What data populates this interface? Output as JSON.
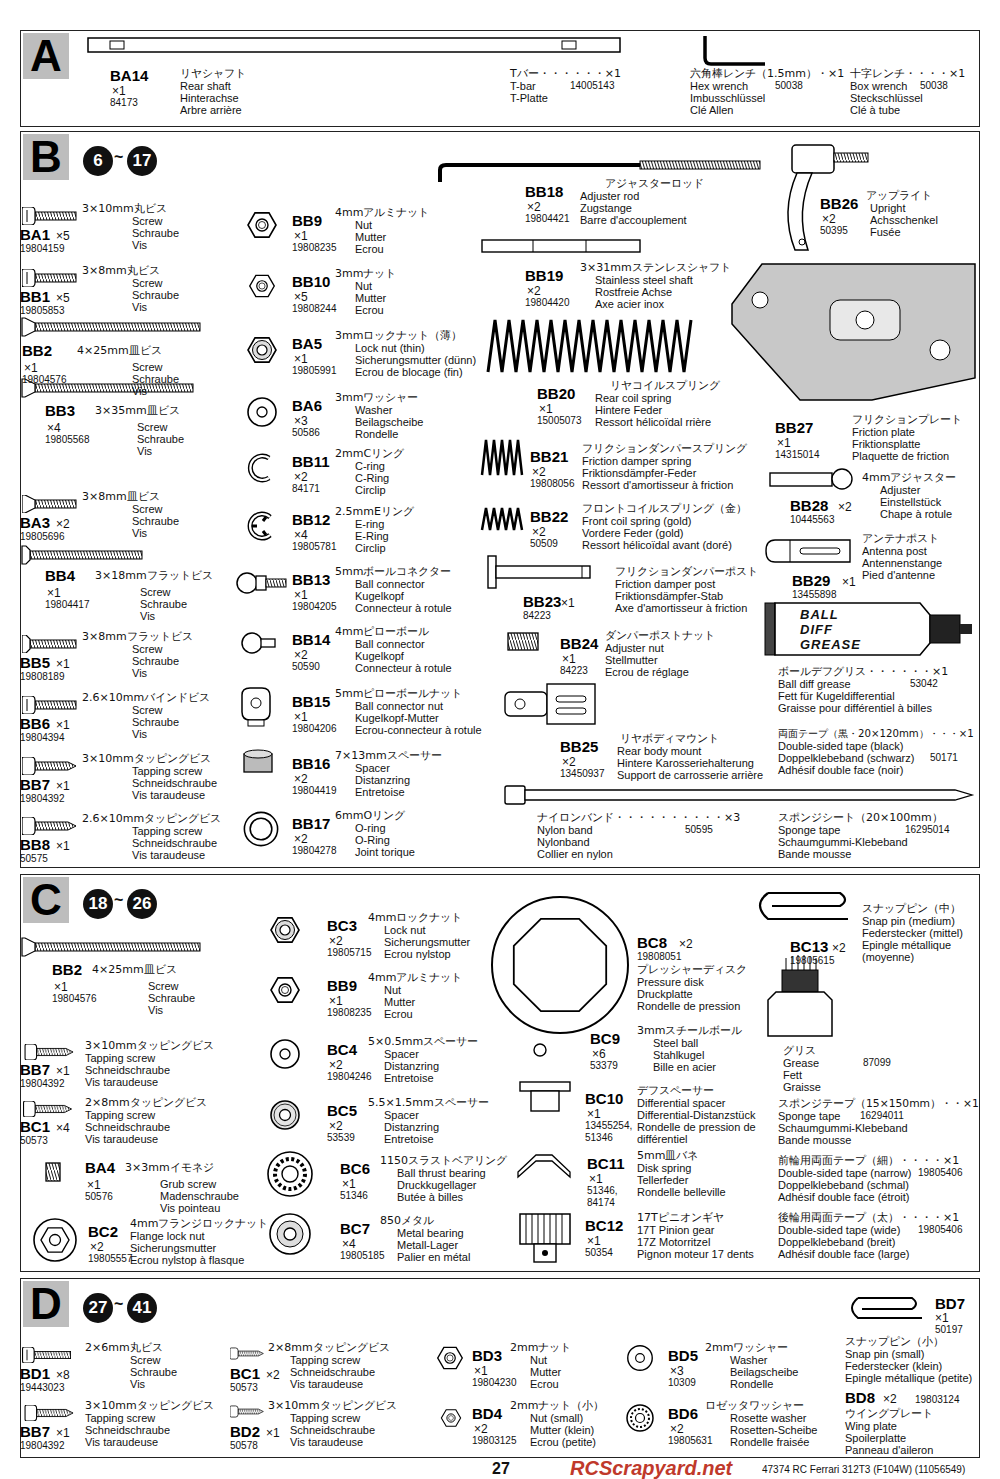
{
  "diagram": {
    "nodes": [
      {
        "text": [
          "A"
        ]
      },
      {
        "text": [
          "B"
        ]
      },
      {
        "text": [
          "6"
        ],
        "in": 1
      },
      {
        "text": [
          "17"
        ],
        "in": 1
      },
      {
        "text": [
          "C"
        ]
      },
      {
        "text": [
          "18"
        ],
        "in": 4
      },
      {
        "text": [
          "26"
        ],
        "in": 4
      },
      {
        "text": [
          "D"
        ]
      },
      {
        "text": [
          "27"
        ],
        "in": 7
      },
      {
        "text": [
          "41"
        ],
        "in": 7
      }
    ],
    "labels": [
      "BA14",
      "×1",
      "84173",
      "リヤシャフト",
      "Rear shaft",
      "Hinterachse",
      "Arbre arrière",
      "Tバー・・・・・・×1",
      "T-bar",
      "14005143",
      "T-Platte",
      "六角棒レンチ（1.5mm）・×1",
      "Hex wrench",
      "50038",
      "Imbusschlüssel",
      "Clé Allen",
      "十字レンチ・・・・×1",
      "Box wrench",
      "50038",
      "Steckschlüssel",
      "Clé à tube",
      "~",
      "BA1",
      "×5",
      "19804159",
      "3×10mm丸ビス",
      "Screw",
      "Schraube",
      "Vis",
      "BB1",
      "×5",
      "19805853",
      "3×8mm丸ビス",
      "Screw",
      "Schraube",
      "Vis",
      "BB2",
      "×1",
      "19804576",
      "4×25mm皿ビス",
      "Screw",
      "Schraube",
      "Vis",
      "BB3",
      "×4",
      "19805568",
      "3×35mm皿ビス",
      "Screw",
      "Schraube",
      "Vis",
      "BA3",
      "×2",
      "19805696",
      "3×8mm皿ビス",
      "Screw",
      "Schraube",
      "Vis",
      "BB4",
      "×1",
      "19804417",
      "3×18mmフラットビス",
      "Screw",
      "Schraube",
      "Vis",
      "BB5",
      "×1",
      "19808189",
      "3×8mmフラットビス",
      "Screw",
      "Schraube",
      "Vis",
      "BB6",
      "×1",
      "19804394",
      "2.6×10mmバインドビス",
      "Screw",
      "Schraube",
      "Vis",
      "BB7",
      "×1",
      "19804392",
      "3×10mmタッピングビス",
      "Tapping screw",
      "Schneidschraube",
      "Vis taraudeuse",
      "BB8",
      "×1",
      "50575",
      "2.6×10mmタッピングビス",
      "Tapping screw",
      "Schneidschraube",
      "Vis taraudeuse",
      "BB9",
      "×1",
      "19808235",
      "4mmアルミナット",
      "Nut",
      "Mutter",
      "Ecrou",
      "BB10",
      "×5",
      "19808244",
      "3mmナット",
      "Nut",
      "Mutter",
      "Ecrou",
      "BA5",
      "×1",
      "19805991",
      "3mmロックナット（薄）",
      "Lock nut (thin)",
      "Sicherungsmutter (dünn)",
      "Ecrou de blocage (fin)",
      "BA6",
      "×3",
      "50586",
      "3mmワッシャー",
      "Washer",
      "Beilagscheibe",
      "Rondelle",
      "BB11",
      "×2",
      "84171",
      "2mmCリング",
      "C-ring",
      "C-Ring",
      "Circlip",
      "BB12",
      "×4",
      "19805781",
      "2.5mmEリング",
      "E-ring",
      "E-Ring",
      "Circlip",
      "BB13",
      "×1",
      "19804205",
      "5mmボールコネクター",
      "Ball connector",
      "Kugelkopf",
      "Connecteur à rotule",
      "BB14",
      "×2",
      "50590",
      "4mmピローボール",
      "Ball connector",
      "Kugelkopf",
      "Connecteur à rotule",
      "BB15",
      "×1",
      "19804206",
      "5mmピローボールナット",
      "Ball connector nut",
      "Kugelkopf-Mutter",
      "Ecrou-connecteur à rotule",
      "BB16",
      "×2",
      "19804419",
      "7×13mmスペーサー",
      "Spacer",
      "Distanzring",
      "Entretoise",
      "BB17",
      "×2",
      "19804278",
      "6mmOリング",
      "O-ring",
      "O-Ring",
      "Joint torique",
      "BB18",
      "×2",
      "19804421",
      "アジャスターロッド",
      "Adjuster rod",
      "Zugstange",
      "Barre d'accouplement",
      "BB19",
      "×2",
      "19804420",
      "3×31mmステンレスシャフト",
      "Stainless steel shaft",
      "Rostfreie Achse",
      "Axe acier inox",
      "BB20",
      "×1",
      "15005073",
      "リヤコイルスプリング",
      "Rear coil spring",
      "Hintere Feder",
      "Ressort hélicoïdal rrière",
      "BB21",
      "×2",
      "19808056",
      "フリクションダンパースプリング",
      "Friction damper spring",
      "Friktionsdämpfer-Feder",
      "Ressort d'amortisseur à friction",
      "BB22",
      "×2",
      "50509",
      "フロントコイルスプリング（金）",
      "Front coil spring (gold)",
      "Vordere Feder (gold)",
      "Ressort hélicoïdal avant (doré)",
      "BB23",
      "×1",
      "84223",
      "フリクションダンパーポスト",
      "Friction damper post",
      "Friktionsdämpfer-Stab",
      "Axe d'amortisseur à friction",
      "BB24",
      "×1",
      "84223",
      "ダンパーポストナット",
      "Adjuster nut",
      "Stellmutter",
      "Ecrou de réglage",
      "BB25",
      "×2",
      "13450937",
      "リヤボディマウント",
      "Rear body mount",
      "Hintere Karosseriehalterung",
      "Support de carrosserie arrière",
      "ナイロンバンド・・・・・・・・・・×3",
      "Nylon band",
      "50595",
      "Nylonband",
      "Collier en nylon",
      "BB26",
      "×2",
      "50395",
      "アップライト",
      "Upright",
      "Achsschenkel",
      "Fusée",
      "BB27",
      "×1",
      "14315014",
      "フリクションプレート",
      "Friction plate",
      "Friktionsplatte",
      "Plaquette de friction",
      "BB28",
      "×2",
      "10445563",
      "4mmアジャスター",
      "Adjuster",
      "Einstellstück",
      "Chape à rotule",
      "BB29",
      "×1",
      "13455898",
      "アンテナポスト",
      "Antenna post",
      "Antennenstange",
      "Pied d'antenne",
      "BALL",
      "DIFF",
      "GREASE",
      "ボールデフグリス・・・・・・×1",
      "Ball diff grease",
      "53042",
      "Fett für Kugeldifferential",
      "Graisse pour différentiel à billes",
      "両面テープ（黒・20×120mm）・・・×1",
      "Double-sided tape (black)",
      "50171",
      "Doppelklebeband (schwarz)",
      "Adhésif double face (noir)",
      "スポンジシート（20×100mm）",
      "Sponge tape",
      "16295014",
      "Schaumgummi-Klebeband",
      "Bande mousse",
      "~",
      "BB2",
      "×1",
      "19804576",
      "4×25mm皿ビス",
      "Screw",
      "Schraube",
      "Vis",
      "BB7",
      "×1",
      "19804392",
      "3×10mmタッピングビス",
      "Tapping screw",
      "Schneidschraube",
      "Vis taraudeuse",
      "BC1",
      "×4",
      "50573",
      "2×8mmタッピングビス",
      "Tapping screw",
      "Schneidschraube",
      "Vis taraudeuse",
      "BA4",
      "×1",
      "50576",
      "3×3mmイモネジ",
      "Grub screw",
      "Madenschraube",
      "Vis pointeau",
      "BC2",
      "×2",
      "19805557",
      "4mmフランジロックナット",
      "Flange lock nut",
      "Sicherungsmutter",
      "Ecrou nylstop à flasque",
      "BC3",
      "×2",
      "19805715",
      "4mmロックナット",
      "Lock nut",
      "Sicherungsmutter",
      "Ecrou nylstop",
      "BB9",
      "×1",
      "19808235",
      "4mmアルミナット",
      "Nut",
      "Mutter",
      "Ecrou",
      "BC4",
      "×2",
      "19804246",
      "5×0.5mmスペーサー",
      "Spacer",
      "Distanzring",
      "Entretoise",
      "BC5",
      "×2",
      "53539",
      "5.5×1.5mmスペーサー",
      "Spacer",
      "Distanzring",
      "Entretoise",
      "BC6",
      "×1",
      "51346",
      "1150スラストベアリング",
      "Ball thrust bearing",
      "Druckkugellager",
      "Butée à billes",
      "BC7",
      "×4",
      "19805185",
      "850メタル",
      "Metal bearing",
      "Metall-Lager",
      "Palier en métal",
      "BC8",
      "×2",
      "19808051",
      "プレッシャーディスク",
      "Pressure disk",
      "Druckplatte",
      "Rondelle de pression",
      "BC9",
      "×6",
      "53379",
      "3mmスチールボール",
      "Steel ball",
      "Stahlkugel",
      "Bille en acier",
      "BC10",
      "×1",
      "13455254, 51346",
      "デフスペーサー",
      "Differential spacer",
      "Differential-Distanzstück",
      "Rondelle de pression de différentiel",
      "BC11",
      "×1",
      "51346, 84174",
      "5mm皿バネ",
      "Disk spring",
      "Tellerfeder",
      "Rondelle belleville",
      "BC12",
      "×1",
      "50354",
      "17Tピニオンギヤ",
      "17T Pinion gear",
      "17Z Motorritzel",
      "Pignon moteur 17 dents",
      "BC13",
      "×2",
      "19805615",
      "スナップピン（中）",
      "Snap pin (medium)",
      "Federstecker (mittel)",
      "Epingle métallique (moyenne)",
      "グリス",
      "Grease",
      "87099",
      "Fett",
      "Graisse",
      "スポンジテープ（15×150mm）・・×1",
      "Sponge tape",
      "16294011",
      "Schaumgummi-Klebeband",
      "Bande mousse",
      "前輪用両面テープ（細）・・・・×1",
      "Double-sided tape (narrow)",
      "19805406",
      "Doppelklebeband (schmal)",
      "Adhésif double face (étroit)",
      "後輪用両面テープ（太）・・・・×1",
      "Double-sided tape (wide)",
      "19805406",
      "Doppelklebeband (breit)",
      "Adhésif double face (large)",
      "~",
      "BD1",
      "×8",
      "19443023",
      "2×6mm丸ビス",
      "Screw",
      "Schraube",
      "Vis",
      "BB7",
      "×1",
      "19804392",
      "3×10mmタッピングビス",
      "Tapping screw",
      "Schneidschraube",
      "Vis taraudeuse",
      "BC1",
      "×2",
      "50573",
      "2×8mmタッピングビス",
      "Tapping screw",
      "Schneidschraube",
      "Vis taraudeuse",
      "BD2",
      "×1",
      "50578",
      "3×10mmタッピングビス",
      "Tapping screw",
      "Schneidschraube",
      "Vis taraudeuse",
      "BD3",
      "×1",
      "19804230",
      "2mmナット",
      "Nut",
      "Mutter",
      "Ecrou",
      "BD4",
      "×2",
      "19803125",
      "2mmナット（小）",
      "Nut (small)",
      "Mutter (klein)",
      "Ecrou (petite)",
      "BD5",
      "×3",
      "10309",
      "2mmワッシャー",
      "Washer",
      "Beilagscheibe",
      "Rondelle",
      "BD6",
      "×2",
      "19805631",
      "ロゼッタワッシャー",
      "Rosette washer",
      "Rosetten-Scheibe",
      "Rondelle fraisée",
      "BD7",
      "×1",
      "50197",
      "スナップピン（小）",
      "Snap pin (small)",
      "Federstecker (klein)",
      "Epingle métallique (petite)",
      "BD8",
      "×2",
      "19803124",
      "ウイングプレート",
      "Wing plate",
      "Spoilerplatte",
      "Panneau d'aileron",
      "27",
      "RCScrapyard.net",
      "47374 RC Ferrari 312T3 (F104W) (11056549)"
    ]
  }
}
